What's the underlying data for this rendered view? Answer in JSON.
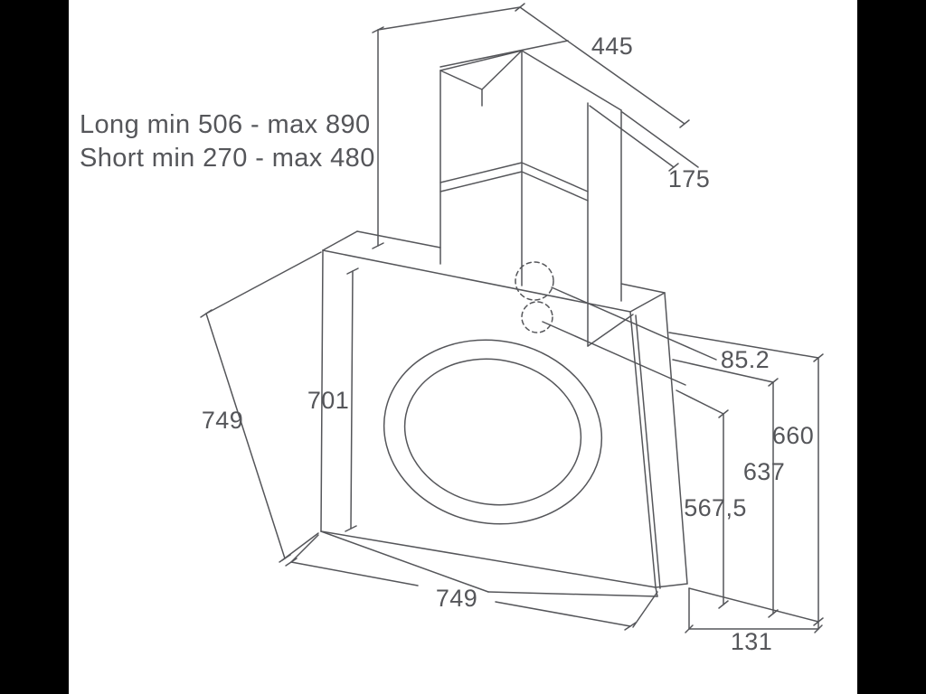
{
  "drawing": {
    "background": "#000000",
    "paper": "#ffffff",
    "line_color": "#55565a"
  },
  "annotations": {
    "chimney_long": "Long min 506 - max 890",
    "chimney_short": "Short min 270 - max 480"
  },
  "dimensions": {
    "top_width": "445",
    "top_depth": "175",
    "outlet_offset": "85.2",
    "front_height": "701",
    "side_depth": "749",
    "overall_height": "660",
    "mid_height": "637",
    "lower_height": "567,5",
    "front_width": "749",
    "bottom_depth": "131"
  }
}
